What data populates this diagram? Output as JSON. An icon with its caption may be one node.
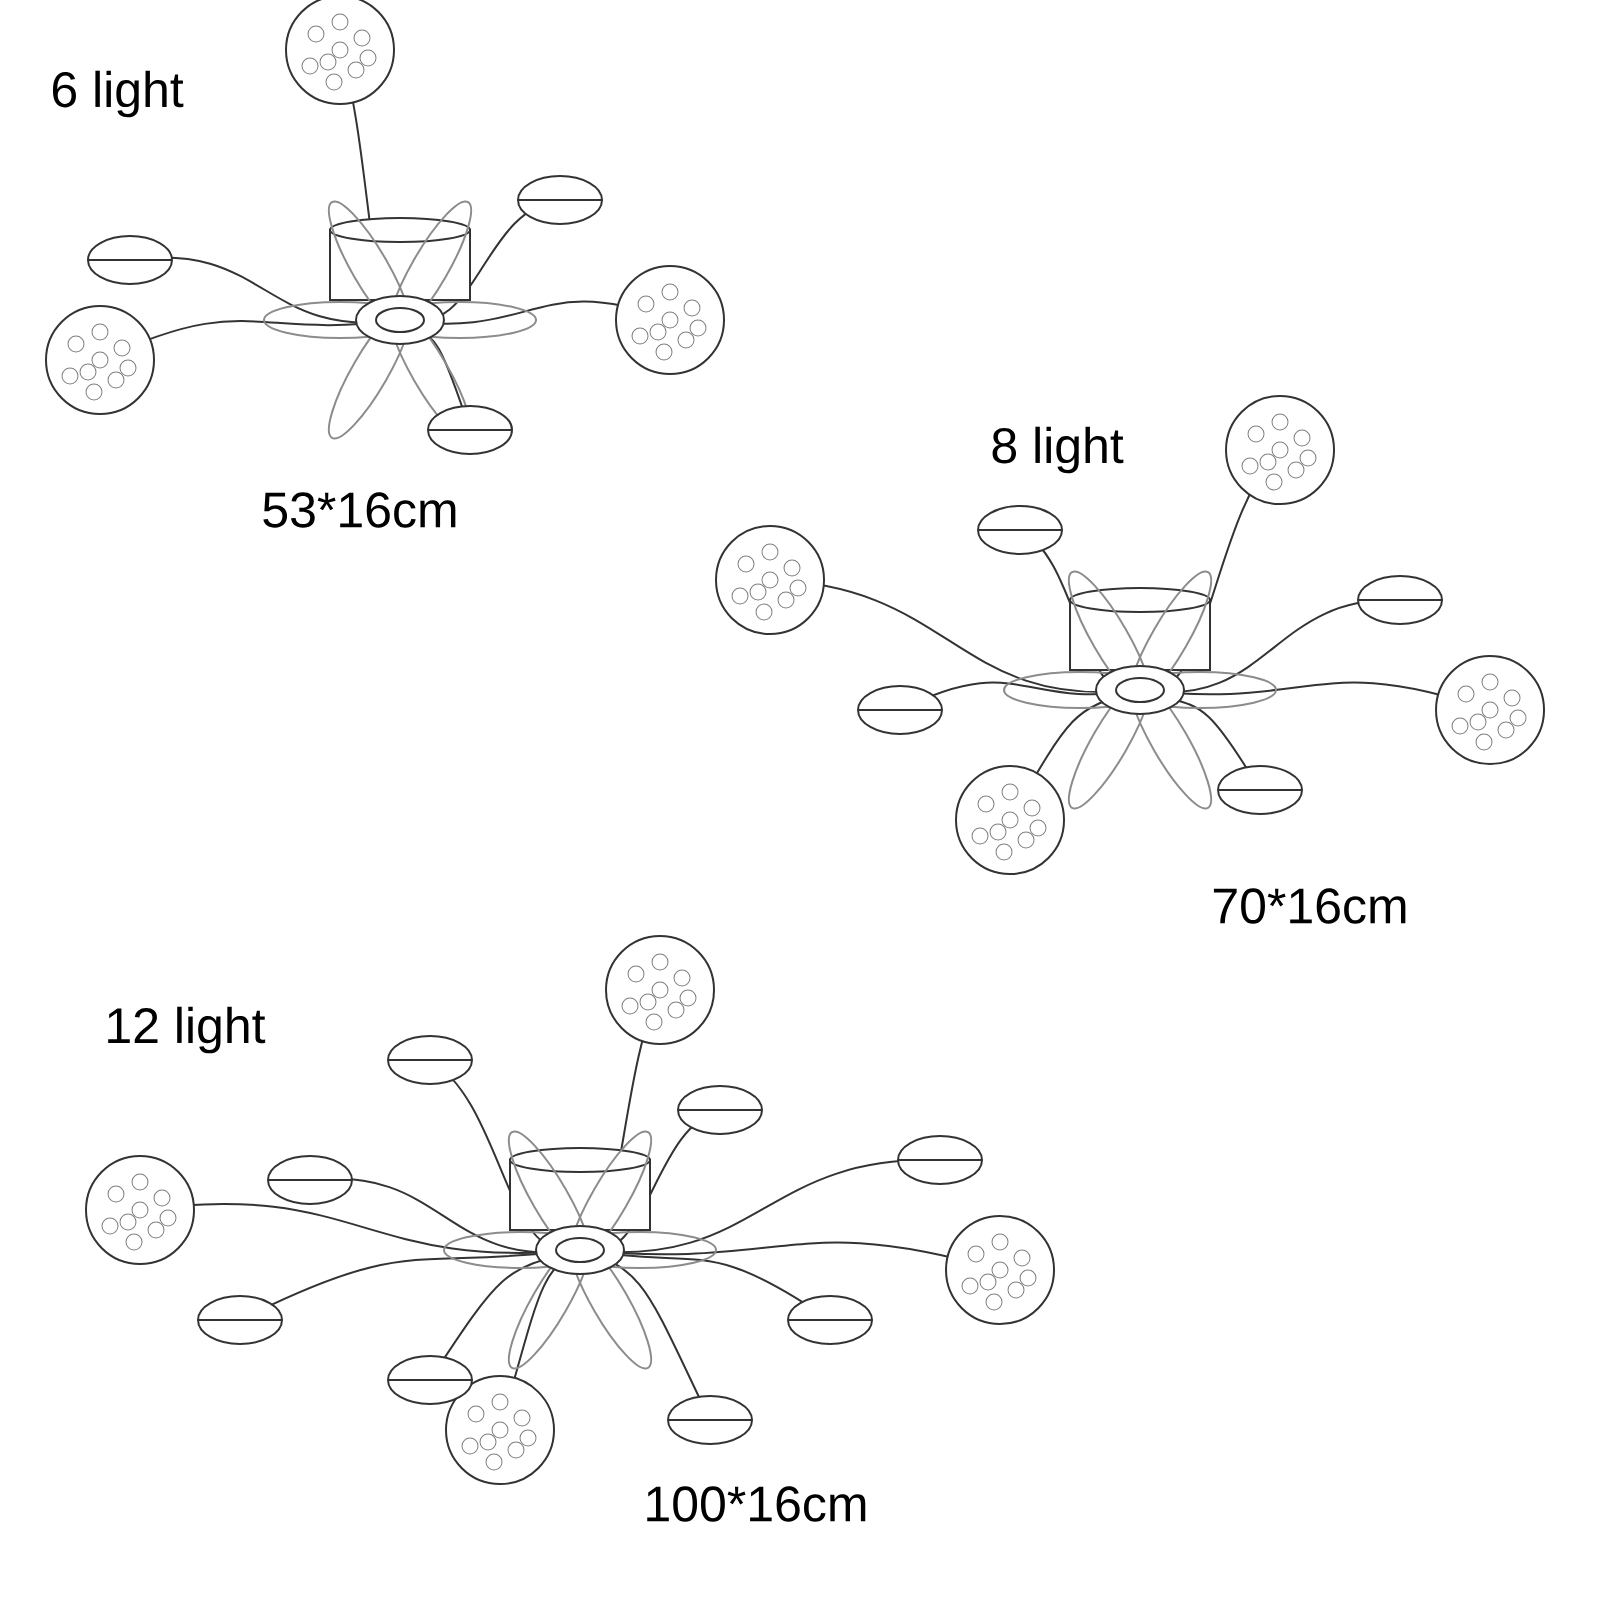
{
  "diagram": {
    "labels": [
      "6 light",
      "53*16cm",
      "8 light",
      "70*16cm",
      "12 light",
      "100*16cm"
    ]
  }
}
